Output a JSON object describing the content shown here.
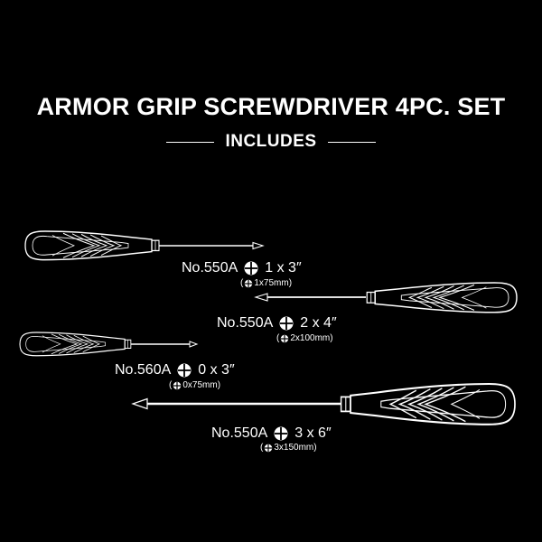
{
  "header": {
    "title": "ARMOR GRIP SCREWDRIVER 4PC. SET",
    "subtitle": "INCLUDES"
  },
  "items": [
    {
      "model": "No.550A",
      "size": "1 x 3″",
      "metric": "1x75mm"
    },
    {
      "model": "No.550A",
      "size": "2 x 4″",
      "metric": "2x100mm"
    },
    {
      "model": "No.560A",
      "size": "0 x 3″",
      "metric": "0x75mm"
    },
    {
      "model": "No.550A",
      "size": "3 x 6″",
      "metric": "3x150mm"
    }
  ],
  "icons": {
    "tip": "phillips-cross-icon"
  },
  "colors": {
    "background": "#000000",
    "line": "#ffffff"
  }
}
